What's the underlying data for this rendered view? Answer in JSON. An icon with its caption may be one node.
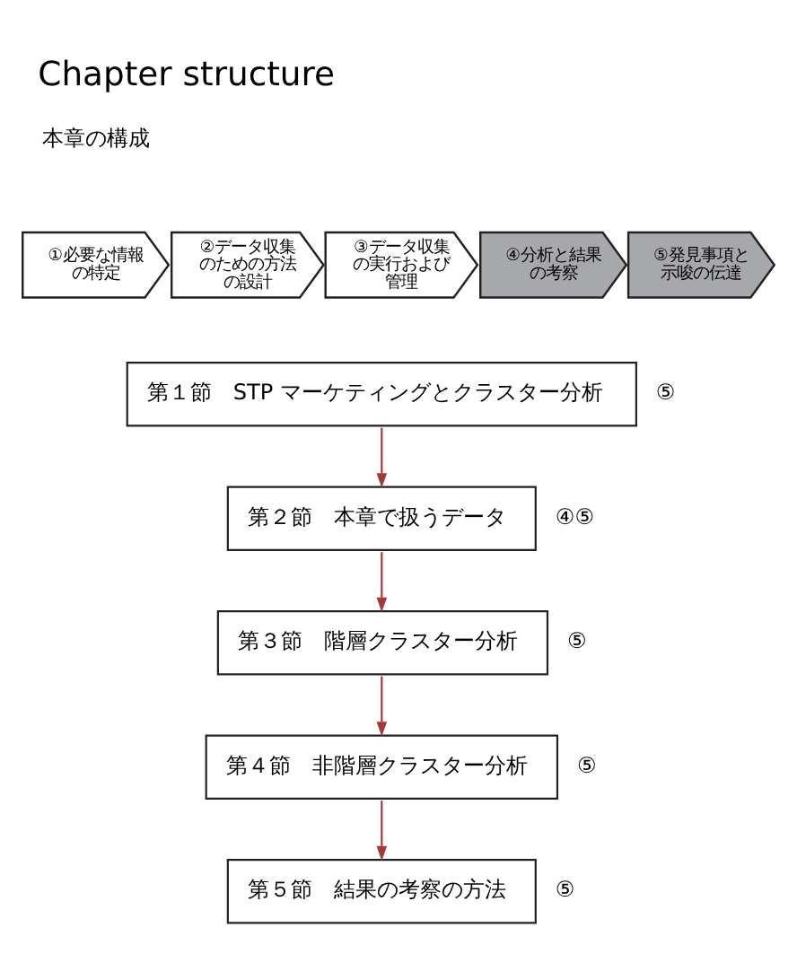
{
  "diagram": {
    "title": "Chapter structure",
    "nodes": [
      {
        "text": [
          "①必要な情報の特定"
        ]
      },
      {
        "text": [
          "②データ収集のための方法の設計"
        ]
      },
      {
        "text": [
          "③データ収集の実行および管理"
        ]
      },
      {
        "text": [
          "④分析と結果の考察"
        ]
      },
      {
        "text": [
          "⑤発見事項と示唆の伝達"
        ]
      },
      {
        "text": [
          "第１節　STP マーケティングとクラスター分析"
        ],
        "beside": [
          "⑤"
        ]
      },
      {
        "text": [
          "第２節　本章で扱うデータ"
        ],
        "beside": [
          "④⑤"
        ]
      },
      {
        "text": [
          "第３節　階層クラスター分析"
        ],
        "beside": [
          "⑤"
        ]
      },
      {
        "text": [
          "第４節　非階層クラスター分析"
        ],
        "beside": [
          "⑤"
        ]
      },
      {
        "text": [
          "第５節　結果の考察の方法"
        ],
        "beside": [
          "⑤"
        ]
      }
    ],
    "edges": [
      {
        "from": 5,
        "to": 6,
        "arrow": "to"
      },
      {
        "from": 6,
        "to": 7,
        "arrow": "to"
      },
      {
        "from": 7,
        "to": 8,
        "arrow": "to"
      },
      {
        "from": 8,
        "to": 9,
        "arrow": "to"
      }
    ],
    "labels": [
      "本章の構成"
    ]
  }
}
